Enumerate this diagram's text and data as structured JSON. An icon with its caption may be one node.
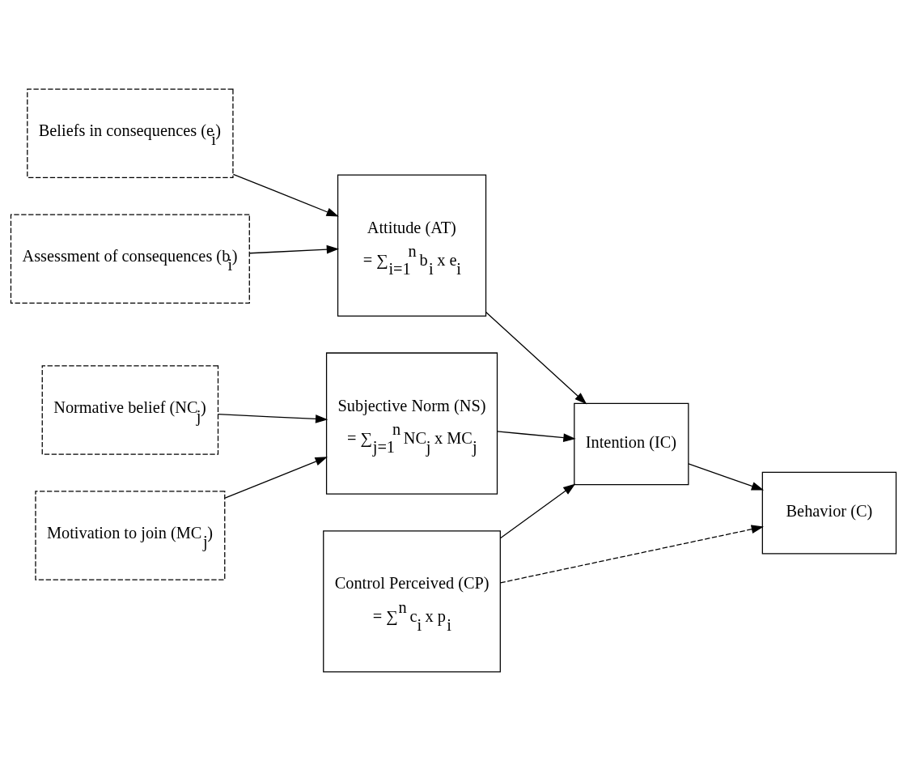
{
  "diagram": {
    "nodes": [
      {
        "text": [
          "Beliefs in consequences (e$_{i}$)"
        ]
      },
      {
        "text": [
          "Assessment of consequences (b$_{i}$)"
        ]
      },
      {
        "text": [
          "Attitude (AT)",
          "= ∑$_{i=1}$$^{n}$ b$_{i}$ x e$_{i}$"
        ]
      },
      {
        "text": [
          "Intention (IC)"
        ]
      },
      {
        "text": [
          "Behavior (C)"
        ]
      },
      {
        "text": [
          "Normative belief (NC$_{j}$)"
        ]
      },
      {
        "text": [
          "Motivation to join (MC$_{j}$)"
        ]
      },
      {
        "text": [
          "Subjective Norm (NS)",
          "= ∑$_{j=1}$$^{n}$ NC$_{j}$ x MC$_{j}$"
        ]
      },
      {
        "text": [
          "Control Perceived (CP)",
          "= ∑$^{n}$ c$_{i}$ x p$_{i}$"
        ]
      }
    ],
    "edges": [
      {
        "from": 0,
        "to": 2,
        "arrow": "to"
      },
      {
        "from": 1,
        "to": 2,
        "arrow": "to"
      },
      {
        "from": 2,
        "to": 3,
        "arrow": "to"
      },
      {
        "from": 3,
        "to": 4,
        "arrow": "to"
      },
      {
        "from": 5,
        "to": 7,
        "arrow": "to"
      },
      {
        "from": 6,
        "to": 7,
        "arrow": "to"
      },
      {
        "from": 7,
        "to": 3,
        "arrow": "to"
      },
      {
        "from": 8,
        "to": 3,
        "arrow": "to"
      },
      {
        "from": 8,
        "to": 4,
        "arrow": "to",
        "style": "dashed"
      }
    ]
  }
}
